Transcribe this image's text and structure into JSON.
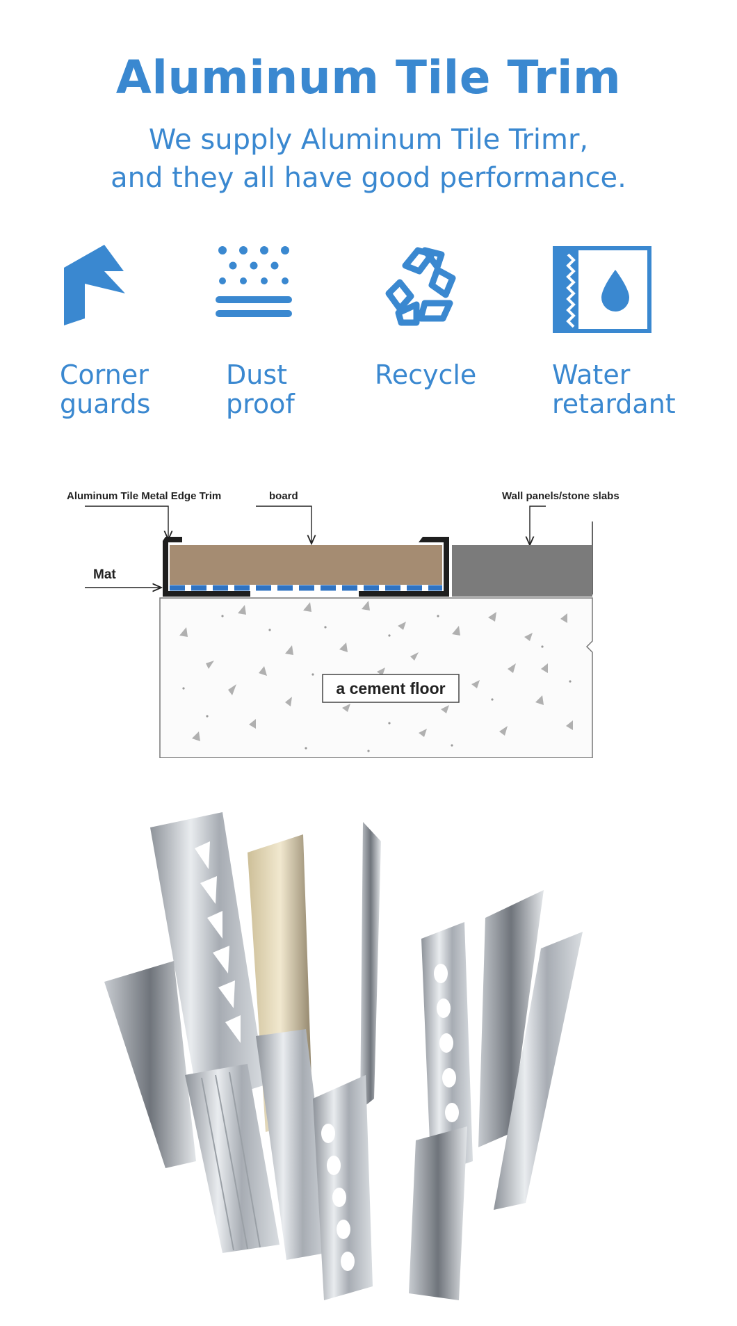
{
  "header": {
    "title": "Aluminum Tile Trim",
    "subtitle_line1": "We supply Aluminum Tile Trimr,",
    "subtitle_line2": "and they all have good performance."
  },
  "features": [
    {
      "icon": "corner-guard-icon",
      "line1": "Corner",
      "line2": "guards"
    },
    {
      "icon": "dust-proof-icon",
      "line1": "Dust",
      "line2": "proof"
    },
    {
      "icon": "recycle-icon",
      "line1": "Recycle",
      "line2": ""
    },
    {
      "icon": "water-retardant-icon",
      "line1": "Water",
      "line2": "retardant"
    }
  ],
  "diagram": {
    "trim_label": "Aluminum Tile Metal Edge Trim",
    "board_label": "board",
    "wall_label": "Wall panels/stone slabs",
    "mat_label": "Mat",
    "floor_label": "a cement floor"
  },
  "colors": {
    "brand_blue": "#3a88d0",
    "board_tan": "#a58c72",
    "wall_gray": "#7b7b7b"
  }
}
